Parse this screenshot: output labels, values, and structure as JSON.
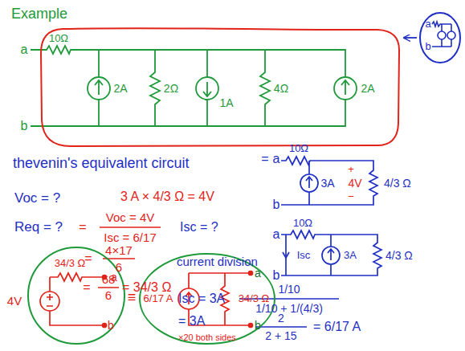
{
  "diagram": {
    "title": "Example",
    "nodes": [
      {
        "text": [
          "10Ω",
          "2A",
          "2Ω",
          "1A",
          "4Ω",
          "2A"
        ]
      },
      {
        "text": [
          "a",
          "b"
        ]
      },
      {
        "text": [
          "34/3 Ω",
          "a",
          "b"
        ]
      },
      {
        "text": [
          "6/17 A",
          "34/3 Ω",
          "a",
          "b"
        ]
      }
    ],
    "edges": [
      {
        "from": 1,
        "to": 0,
        "arrow": "to"
      }
    ],
    "labels": [
      "a",
      "b",
      "thevenin's equivalent circuit",
      "=",
      "a",
      "10Ω",
      "3A",
      "+",
      "4V",
      "−",
      "4/3 Ω",
      "b",
      "Voc = ?",
      "3 A × 4/3 Ω = 4V",
      "Req = ?",
      "=",
      "Voc = 4V",
      "Isc = 6/17",
      "Isc = ?",
      "a",
      "10Ω",
      "Isc",
      "3A",
      "4/3 Ω",
      "b",
      "=",
      "4×17",
      "6",
      "=",
      "68",
      "6",
      "= 34/3 Ω",
      "current division",
      "Isc = 3A",
      "1/10",
      "1/10 + 1/(4/3)",
      "= 3A",
      "2",
      "2 + 15",
      "= 6/17 A",
      "×20 both sides",
      "4V",
      "≡"
    ]
  }
}
